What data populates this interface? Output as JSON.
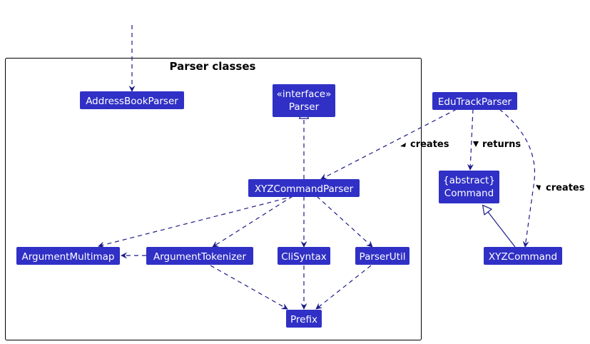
{
  "package": {
    "title": "Parser classes"
  },
  "nodes": {
    "address_book_parser": {
      "lines": [
        "AddressBookParser"
      ]
    },
    "parser_interface": {
      "lines": [
        "«interface»",
        "Parser"
      ]
    },
    "xyz_command_parser": {
      "lines": [
        "XYZCommandParser"
      ]
    },
    "argument_multimap": {
      "lines": [
        "ArgumentMultimap"
      ]
    },
    "argument_tokenizer": {
      "lines": [
        "ArgumentTokenizer"
      ]
    },
    "cli_syntax": {
      "lines": [
        "CliSyntax"
      ]
    },
    "parser_util": {
      "lines": [
        "ParserUtil"
      ]
    },
    "prefix": {
      "lines": [
        "Prefix"
      ]
    },
    "edutrack_parser": {
      "lines": [
        "EduTrackParser"
      ]
    },
    "abstract_command": {
      "lines": [
        "{abstract}",
        "Command"
      ]
    },
    "xyz_command": {
      "lines": [
        "XYZCommand"
      ]
    }
  },
  "edge_labels": {
    "creates_parser": "creates",
    "returns_command": "returns",
    "creates_command": "creates"
  },
  "colors": {
    "node_fill": "#3030c6",
    "node_text": "#ffffff",
    "edge": "#1c1c8a",
    "frame": "#000000"
  }
}
